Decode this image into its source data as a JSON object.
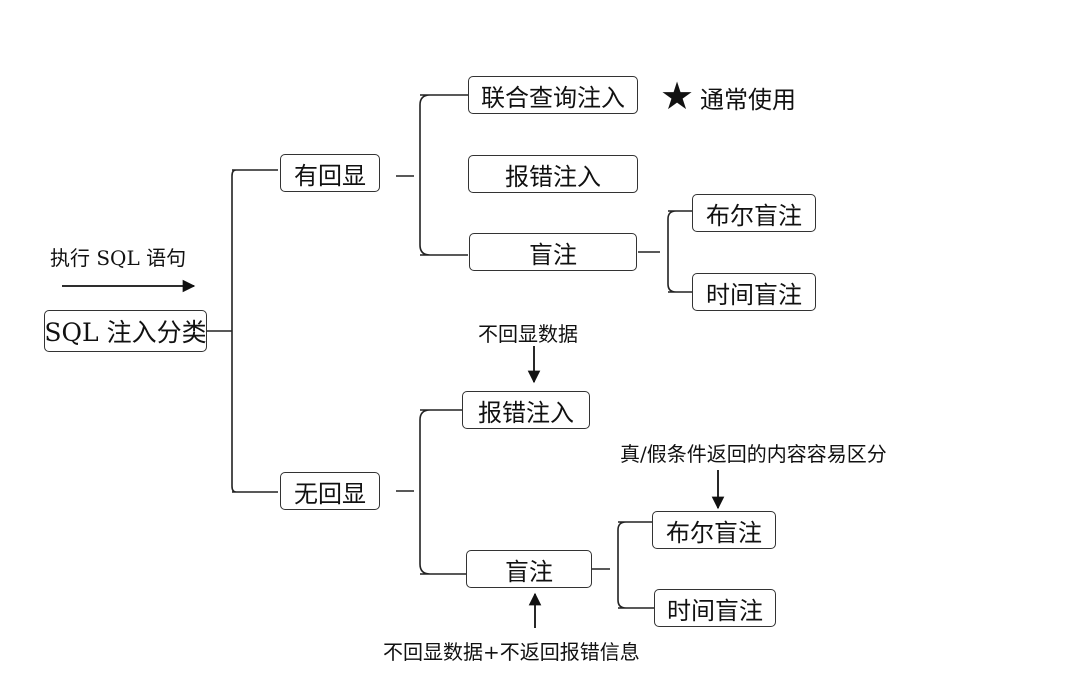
{
  "root": {
    "label": "SQL 注入分类",
    "edge_label": "执行 SQL 语句"
  },
  "with_echo": {
    "label": "有回显",
    "union": {
      "label": "联合查询注入",
      "note": "通常使用",
      "note_icon": "star-icon"
    },
    "error": {
      "label": "报错注入"
    },
    "blind": {
      "label": "盲注",
      "boolean": "布尔盲注",
      "time": "时间盲注"
    }
  },
  "no_echo": {
    "label": "无回显",
    "error": {
      "label": "报错注入",
      "note": "不回显数据"
    },
    "blind": {
      "label": "盲注",
      "note_top": "真/假条件返回的内容容易区分",
      "note_bottom": "不回显数据+不返回报错信息",
      "boolean": "布尔盲注",
      "time": "时间盲注"
    }
  }
}
